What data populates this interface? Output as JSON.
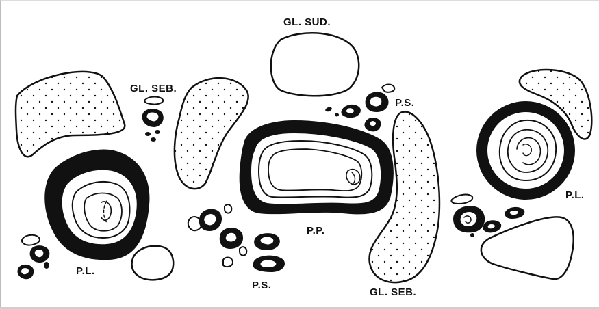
{
  "labels": {
    "gl_sud": "GL. SUD.",
    "gl_seb_left": "GL. SEB.",
    "gl_seb_right": "GL. SEB.",
    "ps_top": "P.S.",
    "ps_bottom": "P.S.",
    "pp": "P.P.",
    "pl_left": "P.L.",
    "pl_right": "P.L."
  },
  "colors": {
    "ink": "#111111",
    "paper": "#ffffff",
    "frame": "#bdbdbd"
  }
}
